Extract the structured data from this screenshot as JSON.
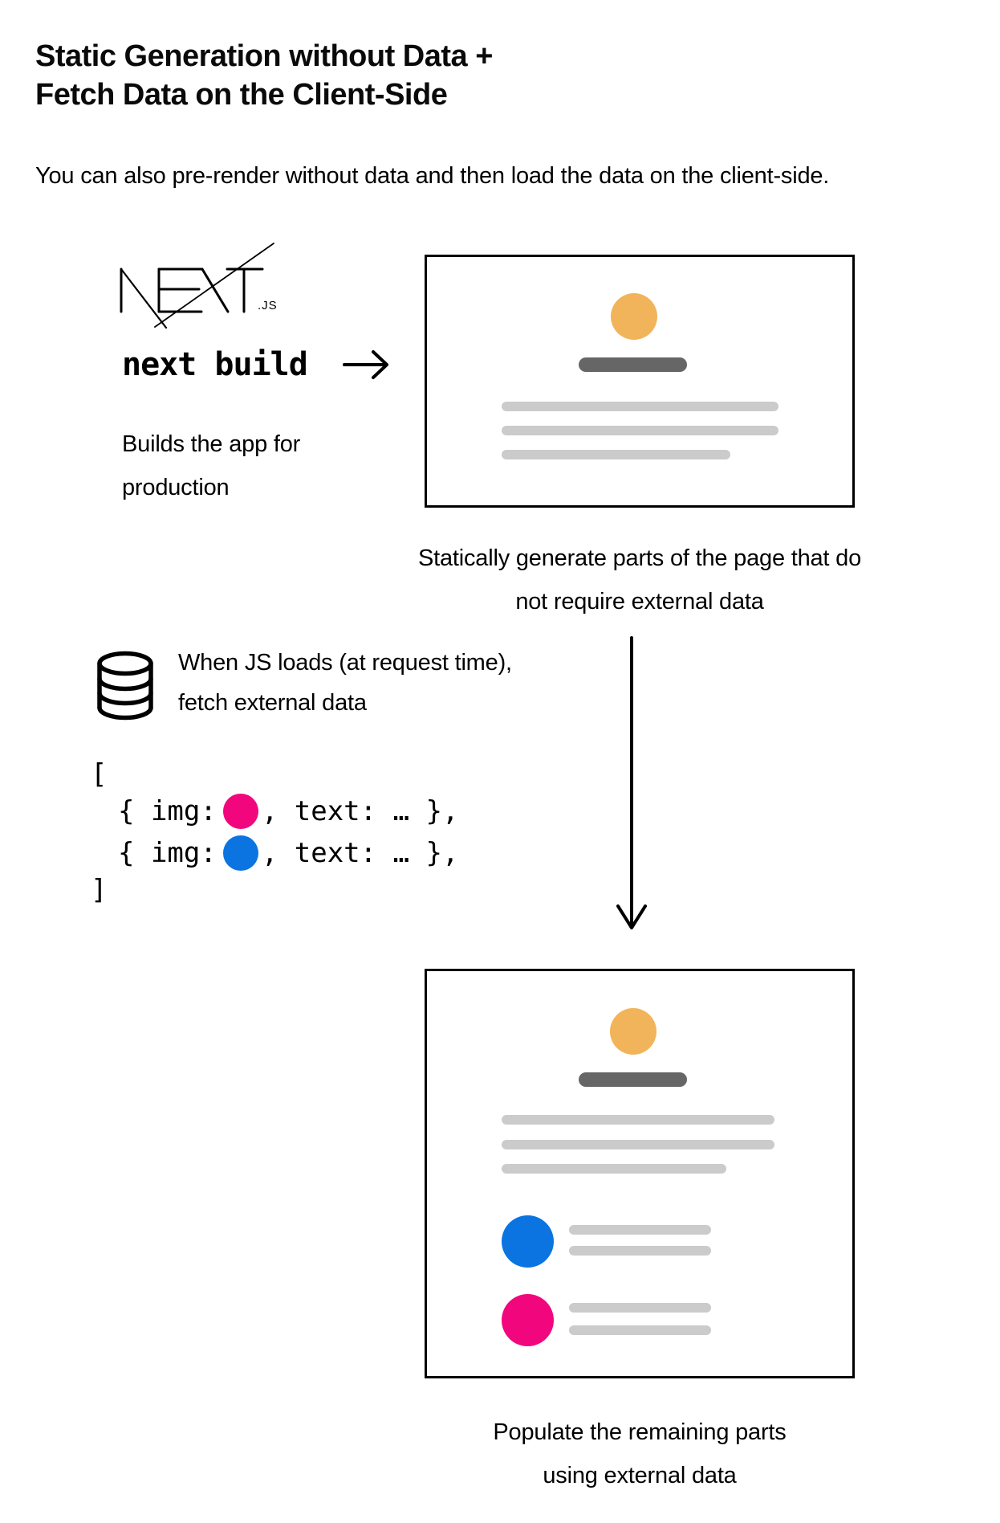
{
  "header": {
    "title_line1": "Static Generation without Data +",
    "title_line2": "Fetch Data on the Client-Side",
    "subtitle": "You can also pre-render without data and then load the data on the client-side."
  },
  "build_step": {
    "logo_name": "NEXT.JS",
    "logo_suffix": ".JS",
    "command": "next build",
    "description_line1": "Builds the app for",
    "description_line2": "production"
  },
  "static_generation": {
    "caption_line1": "Statically generate parts of the page that do",
    "caption_line2": "not require external data",
    "preview": {
      "avatar_color": "#F2B45A",
      "heading_bar_color": "#666666",
      "text_line_color": "#CBCBCB"
    }
  },
  "client_fetch": {
    "icon": "database",
    "text_line1": "When JS loads (at request time),",
    "text_line2": "fetch external data",
    "code": {
      "bracket_open": "[",
      "bracket_close": "]",
      "rows": [
        {
          "prefix": "{ img:",
          "suffix": ", text: … },",
          "img_color": "#F1067E"
        },
        {
          "prefix": "{ img:",
          "suffix": ", text: … },",
          "img_color": "#0B74E0"
        }
      ]
    }
  },
  "populated_page": {
    "caption_line1": "Populate the remaining parts",
    "caption_line2": "using external data",
    "preview": {
      "avatar_color": "#F2B45A",
      "heading_bar_color": "#666666",
      "text_line_color": "#CBCBCB",
      "items": [
        {
          "img_color": "#0B74E0"
        },
        {
          "img_color": "#F1067E"
        }
      ]
    }
  }
}
